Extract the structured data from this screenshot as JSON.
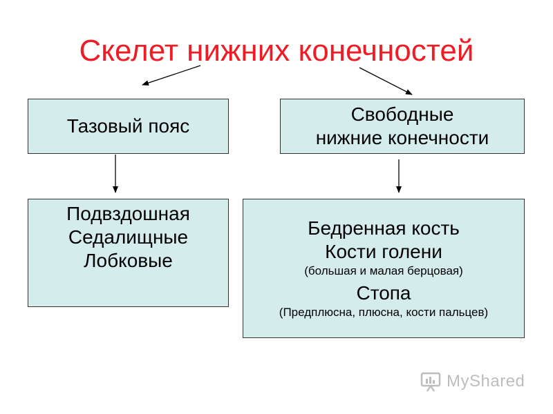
{
  "title": "Скелет нижних конечностей",
  "boxes": {
    "pelvic_girdle": {
      "label": "Тазовый пояс"
    },
    "free_limbs": {
      "line1": "Свободные",
      "line2": "нижние конечности"
    },
    "pelvic_bones": {
      "line1": "Подвздошная",
      "line2": "Седалищные",
      "line3": "Лобковые"
    },
    "free_bones": {
      "femur": "Бедренная кость",
      "shin": "Кости голени",
      "shin_note": "(большая и малая берцовая)",
      "foot": "Стопа",
      "foot_note": "(Предплюсна, плюсна, кости пальцев)"
    }
  },
  "watermark": {
    "text": "MyShared",
    "icon": "myshared-logo-icon"
  },
  "colors": {
    "title": "#ee1c24",
    "box_fill": "#d4ecec",
    "box_border": "#333333"
  }
}
